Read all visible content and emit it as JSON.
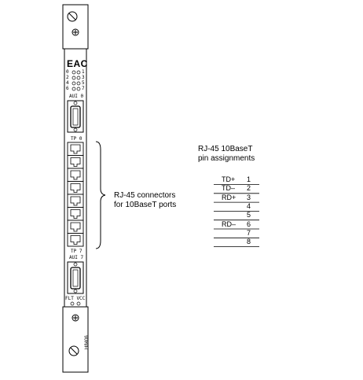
{
  "card": {
    "label": "EAC",
    "led_rows": [
      [
        "0",
        "1"
      ],
      [
        "2",
        "3"
      ],
      [
        "4",
        "5"
      ],
      [
        "6",
        "7"
      ]
    ],
    "aui_top": "AUI 0",
    "tp_top": "TP 0",
    "tp_bottom": "TP 7",
    "aui_bottom": "AUI 7",
    "power_label": "FLT VCC"
  },
  "callout": {
    "line1": "RJ-45 connectors",
    "line2": "for 10BaseT ports"
  },
  "pinout": {
    "title_line1": "RJ-45 10BaseT",
    "title_line2": "pin assignments",
    "rows": [
      {
        "signal": "TD+",
        "pin": "1"
      },
      {
        "signal": "TD–",
        "pin": "2"
      },
      {
        "signal": "RD+",
        "pin": "3"
      },
      {
        "signal": "",
        "pin": "4"
      },
      {
        "signal": "",
        "pin": "5"
      },
      {
        "signal": "RD–",
        "pin": "6"
      },
      {
        "signal": "",
        "pin": "7"
      },
      {
        "signal": "",
        "pin": "8"
      }
    ]
  },
  "figure_id": "H8406"
}
